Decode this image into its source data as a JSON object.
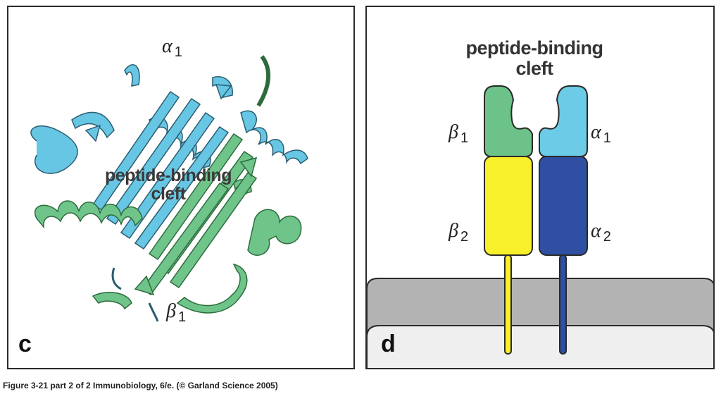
{
  "panel_c": {
    "letter": "c",
    "alpha_label": "α",
    "alpha_sub": "1",
    "beta_label": "β",
    "beta_sub": "1",
    "cleft_line1": "peptide-binding",
    "cleft_line2": "cleft"
  },
  "panel_d": {
    "letter": "d",
    "cleft_line1": "peptide-binding",
    "cleft_line2": "cleft",
    "beta1_label": "β",
    "beta1_sub": "1",
    "alpha1_label": "α",
    "alpha1_sub": "1",
    "beta2_label": "β",
    "beta2_sub": "2",
    "alpha2_label": "α",
    "alpha2_sub": "2"
  },
  "colors": {
    "alpha_ribbon": "#67c6e4",
    "beta_ribbon": "#6fc48a",
    "beta1_domain": "#6cc289",
    "alpha1_domain": "#6ccbe6",
    "beta2_domain": "#f8f02a",
    "alpha2_domain": "#2f4fa3",
    "membrane_gray": "#b3b3b3",
    "membrane_light": "#efefef"
  },
  "caption": "Figure 3-21 part 2 of 2  Immunobiology, 6/e. (© Garland Science 2005)"
}
